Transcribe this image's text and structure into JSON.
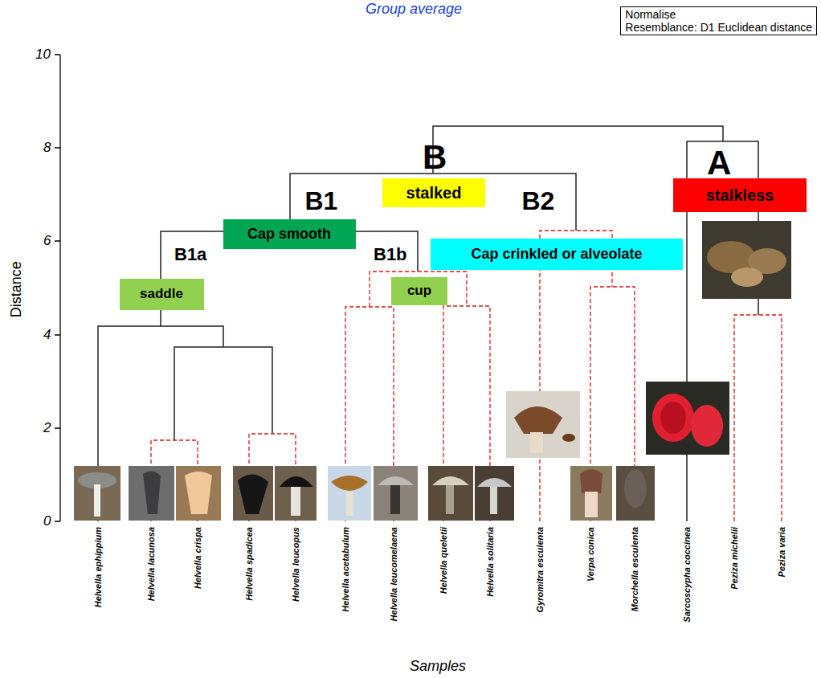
{
  "diagram": {
    "title": "Group average",
    "nodes": [
      {
        "text": [
          "Normalise",
          "Resemblance: D1 Euclidean distance"
        ]
      },
      {
        "text": [
          "stalked"
        ]
      },
      {
        "text": [
          "stalkless"
        ]
      },
      {
        "text": [
          "Cap smooth"
        ]
      },
      {
        "text": [
          "Cap crinkled or alveolate"
        ]
      },
      {
        "text": [
          "saddle"
        ]
      },
      {
        "text": [
          "cup"
        ]
      }
    ],
    "labels": [
      "Distance",
      "10",
      "8",
      "6",
      "4",
      "2",
      "0",
      "Samples",
      "B",
      "A",
      "B1",
      "B2",
      "B1a",
      "B1b",
      "Helvella ephippium",
      "Helvella lacunosa",
      "Helvella crispa",
      "Helvella spadicea",
      "Helvella leucopus",
      "Helvella acetabulum",
      "Helvella leucomelaena",
      "Helvella queletii",
      "Helvella solitaria",
      "Gyromitra esculenta",
      "Verpa conica",
      "Morchella esculenta",
      "Sarcoscypha coccinea",
      "Peziza michelii",
      "Peziza varia"
    ]
  }
}
